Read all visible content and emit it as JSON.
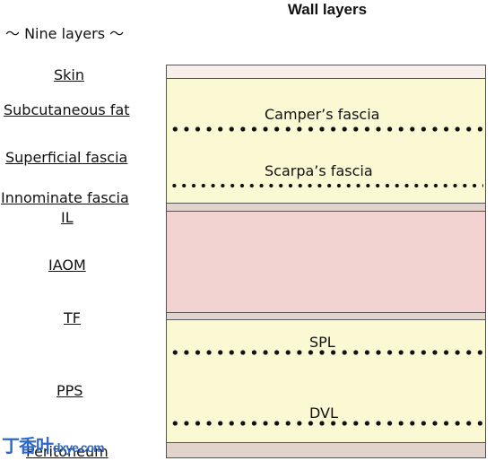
{
  "title": "Wall layers",
  "subtitle": "〜 Nine layers 〜",
  "layer_labels": [
    "Skin",
    "Subcutaneous fat",
    "Superficial fascia",
    "Innominate fascia",
    "IL",
    "IAOM",
    "TF",
    "PPS",
    "Peritoneum"
  ],
  "inner_labels": {
    "campers": "Camper’s fascia",
    "scarpas": "Scarpa’s fascia",
    "spl": "SPL",
    "dvl": "DVL"
  },
  "colors": {
    "fat": "#fbf8d4",
    "fascia": "#e2d3cc",
    "muscle": "#f3d2d2",
    "skin": "#f8efea"
  },
  "watermark": {
    "cn": "丁香叶",
    "domain": "dxye.com"
  }
}
